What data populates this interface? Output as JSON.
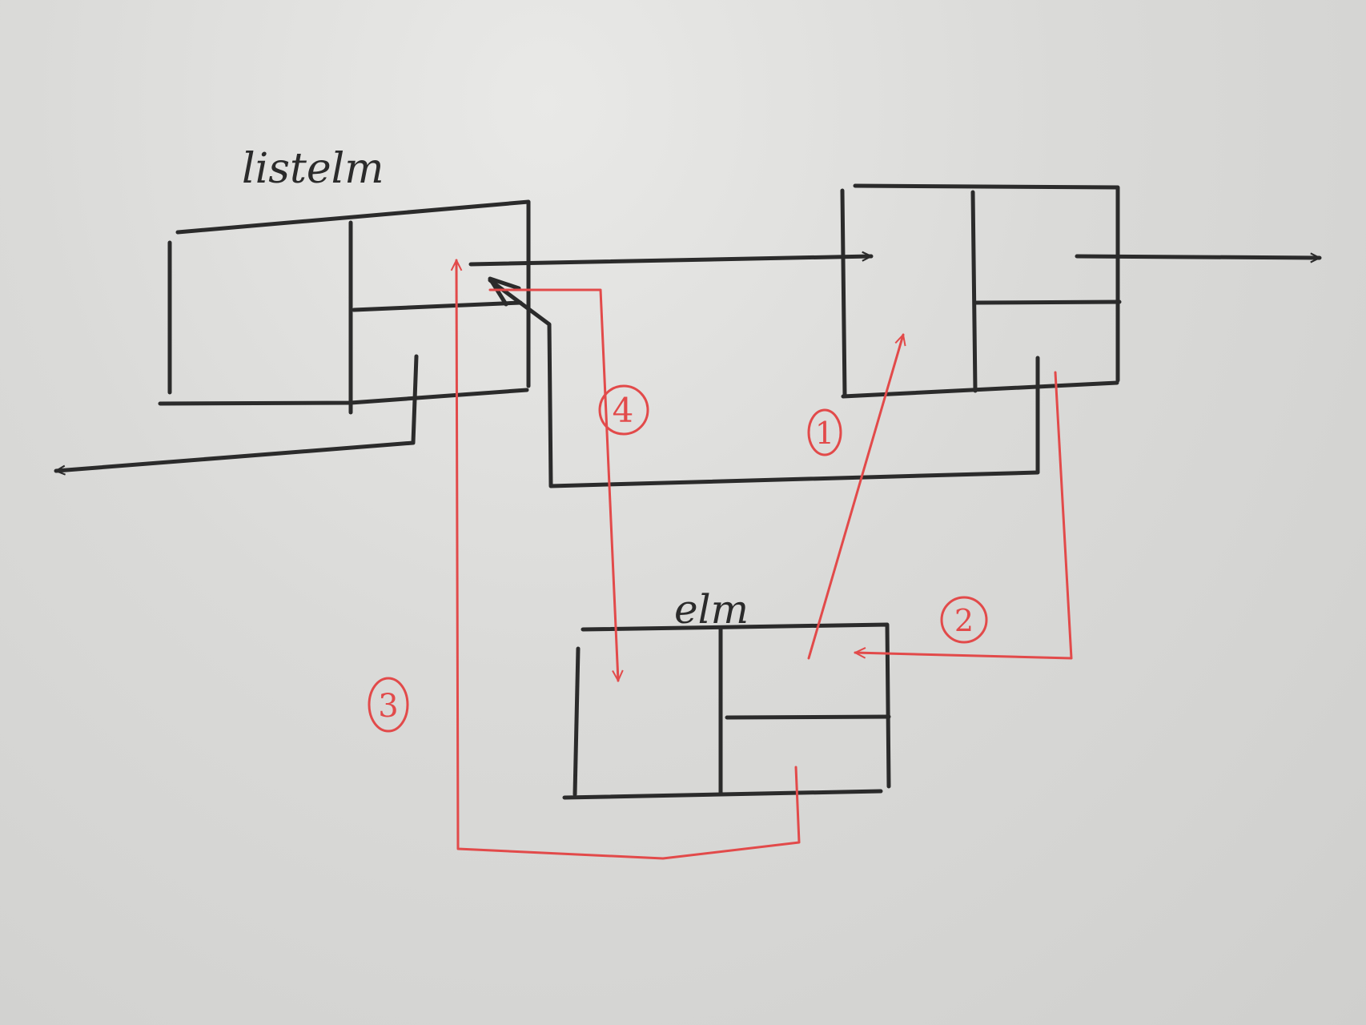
{
  "labels": {
    "listelm": "listelm",
    "elm": "elm"
  },
  "steps": [
    {
      "num": "1"
    },
    {
      "num": "2"
    },
    {
      "num": "3"
    },
    {
      "num": "4"
    }
  ],
  "colors": {
    "ink": "#2b2b2b",
    "red": "#e24a4a",
    "paper": "#d8d8d6"
  }
}
